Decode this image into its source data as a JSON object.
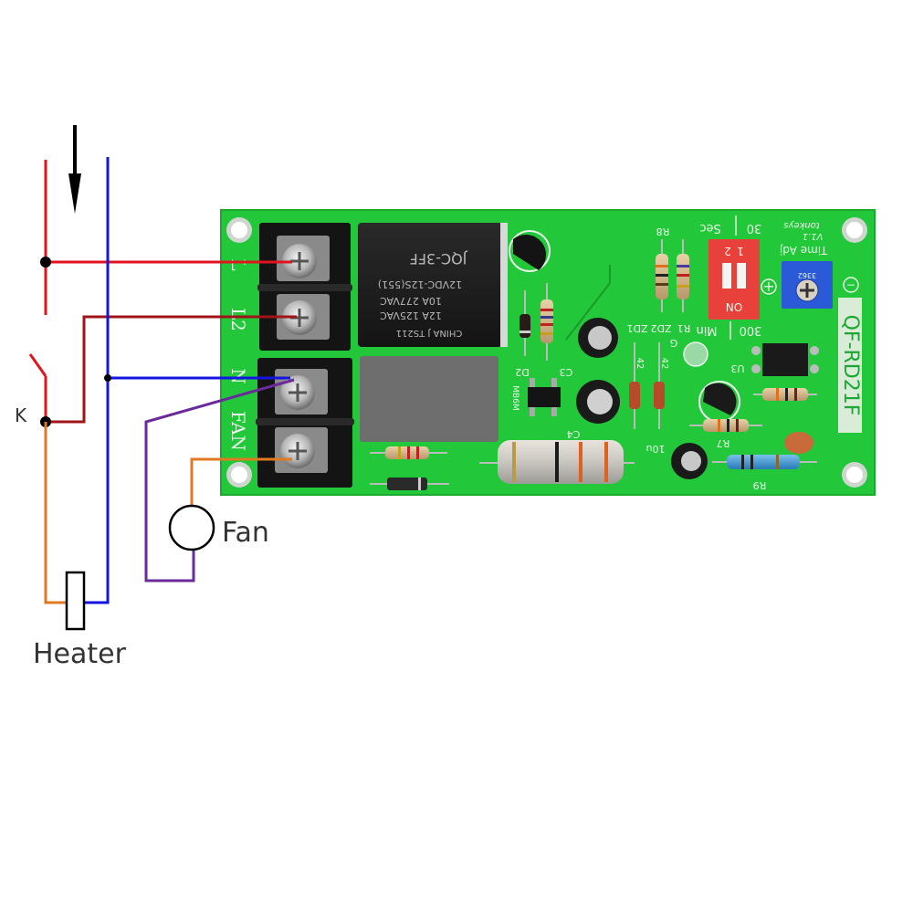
{
  "diagram": {
    "labels": {
      "switch": "K",
      "fan": "Fan",
      "heater": "Heater"
    },
    "wire_colors": {
      "live": "#e0141c",
      "switched": "#a01418",
      "neutral": "#1414e0",
      "fan_neutral": "#6a2a9a",
      "load": "#e07a20",
      "arrow": "#000000"
    }
  },
  "board": {
    "model": "QF-RD21F",
    "version": "V1.1",
    "maker": "tonkeys",
    "pcb_color": "#22c83a",
    "terminals": [
      "L",
      "L2",
      "N",
      "FAN"
    ],
    "relay": {
      "lines": [
        "CHINA   J   TS211",
        "12A 125VAC",
        "10A 277VAC",
        "12VDC-12S(551)",
        "JQC-3FF"
      ]
    },
    "dip_switch": {
      "color": "#e8403a",
      "numbers": [
        "1",
        "2"
      ],
      "on_label": "ON",
      "time_top": "30",
      "unit_top": "Sec",
      "time_bottom": "300",
      "unit_bottom": "Min",
      "adj_label": "Time Adj"
    },
    "pot_label": "3362",
    "silkscreen": {
      "R8": "R8",
      "R1": "R1",
      "ZD2": "ZD2",
      "ZD1": "ZD1",
      "D2": "D2",
      "C3": "C3",
      "C4": "C4",
      "U3": "U3",
      "R7": "R7",
      "R9": "R9",
      "MB6M": "MB6M",
      "cap": "10u",
      "zener": "42",
      "G": "G"
    },
    "polarity": {
      "plus": "+",
      "minus": "−"
    }
  }
}
